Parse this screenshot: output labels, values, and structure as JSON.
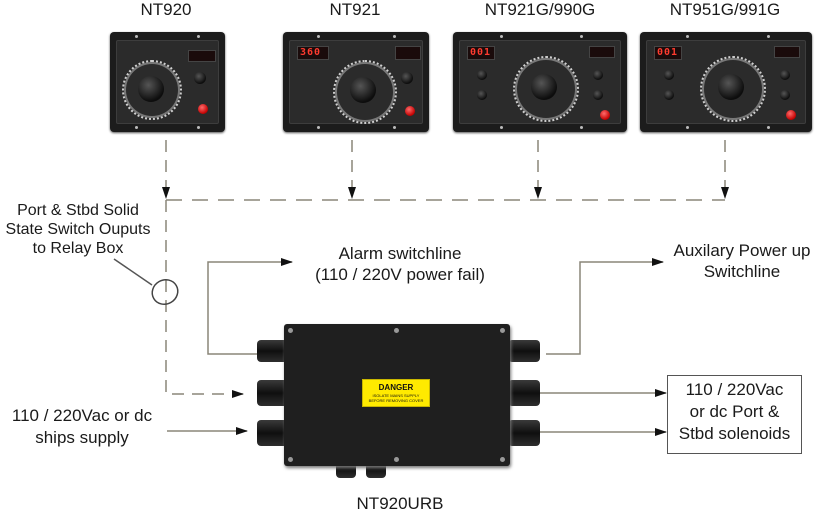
{
  "diagram": {
    "panels": [
      {
        "name": "NT920",
        "display": ""
      },
      {
        "name": "NT921",
        "display": "360"
      },
      {
        "name": "NT921G/990G",
        "display": "001"
      },
      {
        "name": "NT951G/991G",
        "display": "001"
      }
    ],
    "annotations": {
      "solid_state": [
        "Port & Stbd Solid",
        "State Switch Ouputs",
        "to Relay Box"
      ],
      "alarm": [
        "Alarm switchline",
        "(110 / 220V power fail)"
      ],
      "auxiliary": [
        "Auxilary Power up",
        "Switchline"
      ],
      "supply": [
        "110 / 220Vac or dc",
        "ships supply"
      ],
      "solenoids": [
        "110 / 220Vac",
        "or dc Port &",
        "Stbd solenoids"
      ]
    },
    "relay_box": {
      "name": "NT920URB",
      "danger_title": "DANGER",
      "danger_text": [
        "ISOLATE MAINS SUPPLY",
        "BEFORE REMOVING COVER"
      ]
    },
    "colors": {
      "line": "#8a8578",
      "arrow": "#111111",
      "warning_label": "#ffea00",
      "led": "#ff3b2f"
    }
  }
}
